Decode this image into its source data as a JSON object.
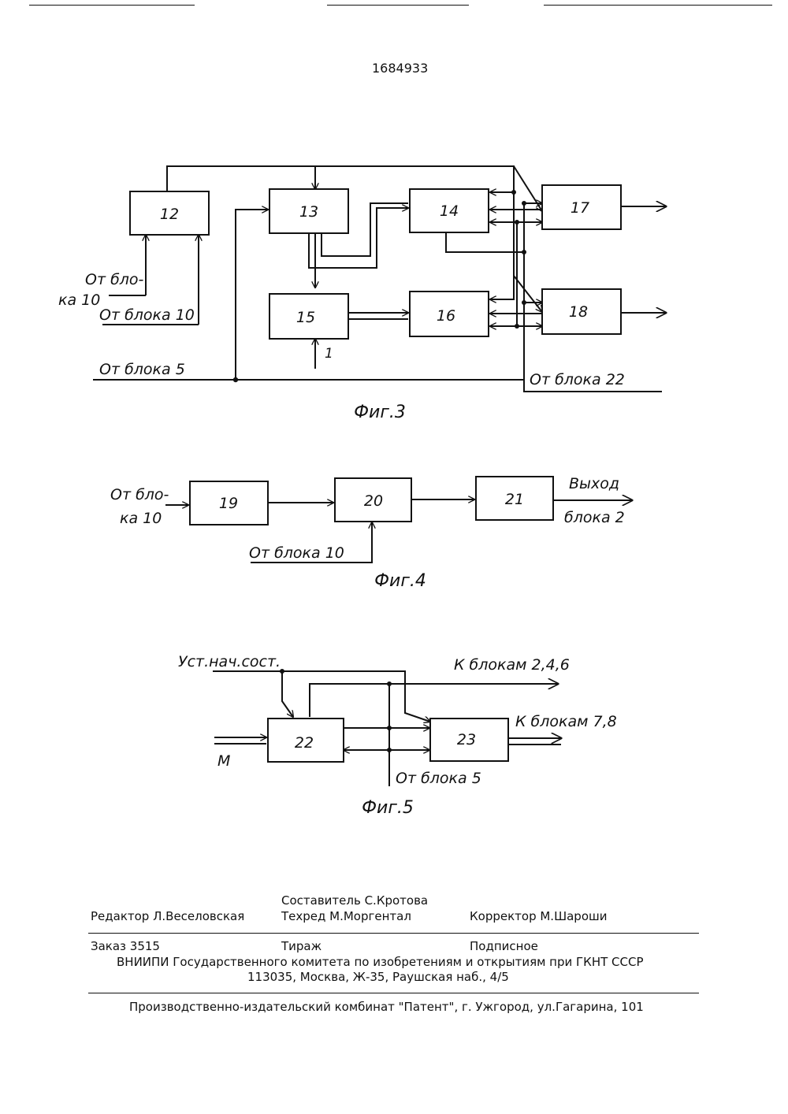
{
  "patent_number": "1684933",
  "fig3": {
    "caption": "Фиг.3",
    "blocks": {
      "b12": "12",
      "b13": "13",
      "b14": "14",
      "b15": "15",
      "b16": "16",
      "b17": "17",
      "b18": "18"
    },
    "labels": {
      "from_block10_a_line1": "От бло-",
      "from_block10_a_line2": "ка 10",
      "from_block10_b": "От блока 10",
      "from_block5": "От блока 5",
      "from_block22": "От блока 22",
      "input_1": "1"
    }
  },
  "fig4": {
    "caption": "Фиг.4",
    "blocks": {
      "b19": "19",
      "b20": "20",
      "b21": "21"
    },
    "labels": {
      "from_block10_a_line1": "От бло-",
      "from_block10_a_line2": "ка 10",
      "from_block10_b": "От блока 10",
      "output_line1": "Выход",
      "output_line2": "блока 2"
    }
  },
  "fig5": {
    "caption": "Фиг.5",
    "blocks": {
      "b22": "22",
      "b23": "23"
    },
    "labels": {
      "reset": "Уст.нач.сост.",
      "to_blocks_246": "К блокам 2,4,6",
      "to_blocks_78": "К блокам 7,8",
      "from_block5": "От блока 5",
      "input_m": "М"
    }
  },
  "colophon": {
    "composer": "Составитель С.Кротова",
    "editor": "Редактор  Л.Веселовская",
    "techred": "Техред М.Моргентал",
    "corrector": "Корректор М.Шароши",
    "order": "Заказ  3515",
    "circulation": "Тираж",
    "subscription": "Подписное",
    "org": "ВНИИПИ Государственного комитета по изобретениям и открытиям при ГКНТ СССР",
    "address": "113035, Москва, Ж-35, Раушская наб., 4/5",
    "publisher": "Производственно-издательский комбинат \"Патент\", г. Ужгород, ул.Гагарина, 101"
  }
}
